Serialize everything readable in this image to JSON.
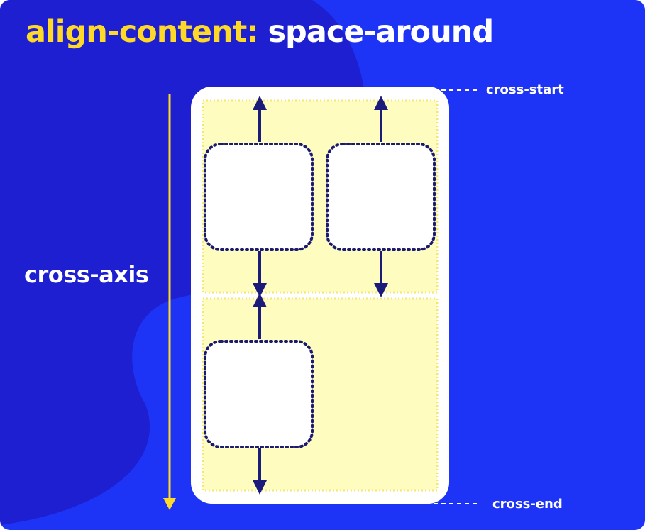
{
  "title": {
    "keyword": "align-content",
    "colon": ":",
    "value": " space-around"
  },
  "axis_label": "cross-axis",
  "edge_labels": {
    "start": "cross-start",
    "end": "cross-end"
  },
  "colors": {
    "background": "#1d34f7",
    "background_shape": "#1d1fd1",
    "accent_yellow": "#ffd928",
    "line_fill": "#fffcc0",
    "line_border": "#f5e86a",
    "item_border": "#1a1b6e",
    "arrow": "#1a1b7a",
    "container": "#ffffff"
  },
  "icons": {
    "axis_arrow": "arrow-down-icon",
    "space_arrow": "double-arrow-vertical-icon"
  }
}
